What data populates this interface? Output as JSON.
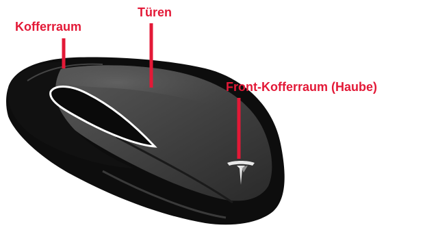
{
  "labels": {
    "trunk": "Kofferraum",
    "doors": "Türen",
    "frunk": "Front-Kofferraum (Haube)"
  },
  "colors": {
    "accent": "#e31937",
    "key_body": "#0d0d0d",
    "key_top": "#4a4a4a",
    "outline": "#ffffff"
  },
  "icons": {
    "brand_logo": "tesla-logo-icon"
  }
}
